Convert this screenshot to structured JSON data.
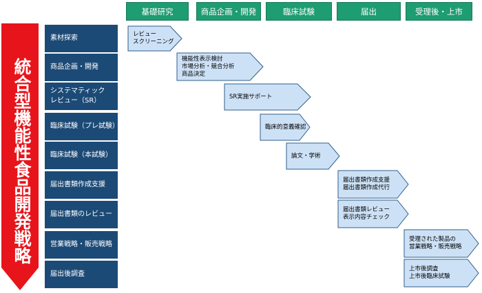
{
  "phases": [
    "基礎研究",
    "商品企画・開発",
    "臨床試験",
    "届出",
    "受理後・上市"
  ],
  "title": "統合型機能性食品開発戦略",
  "rows": [
    "素材探索",
    "商品企画・開発",
    "システマティック\nレビュー（SR）",
    "臨床試験（プレ試験）",
    "臨床試験（本試験）",
    "届出書類作成支援",
    "届出書類のレビュー",
    "営業戦略・販売戦略",
    "届出後調査"
  ],
  "tasks": [
    "レビュー\nスクリーニング",
    "機能性表示検討\n市場分析・競合分析\n商品決定",
    "SR実施サポート",
    "臨床的意義確認",
    "論文・学術",
    "届出書類作成支援\n届出書類作成代行",
    "届出書類レビュー\n表示内容チェック",
    "受理された製品の\n営業戦略・販売戦略",
    "上市後調査\n上市後臨床試験"
  ],
  "colors": {
    "phase": "#1e9c72",
    "row": "#1c4a76",
    "task_fill": "#cde1f6",
    "task_stroke": "#2f5e8a",
    "banner": "#e8141b"
  }
}
